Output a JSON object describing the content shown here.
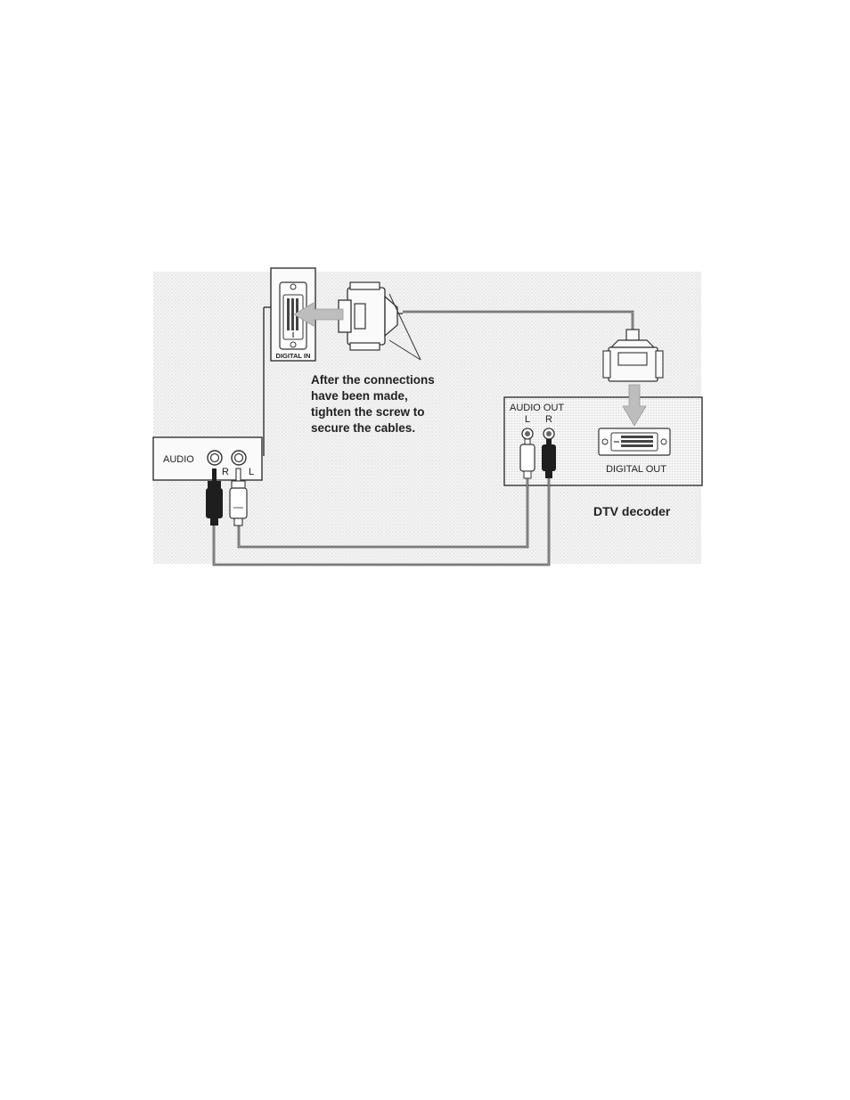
{
  "labels": {
    "digital_in": "DIGITAL IN",
    "audio": "AUDIO",
    "tv_r": "R",
    "tv_l": "L",
    "audio_out": "AUDIO OUT",
    "dec_l": "L",
    "dec_r": "R",
    "digital_out": "DIGITAL OUT",
    "dtv_decoder": "DTV decoder"
  },
  "callout": [
    "After the connections",
    "have been made,",
    "tighten the screw to",
    "secure the cables."
  ],
  "colors": {
    "line": "#333333",
    "panel_fill": "#f1f1f1",
    "arrow": "#bdbdbd",
    "plug_dark": "#1e1e1e",
    "background_halftone": "#ededed"
  }
}
